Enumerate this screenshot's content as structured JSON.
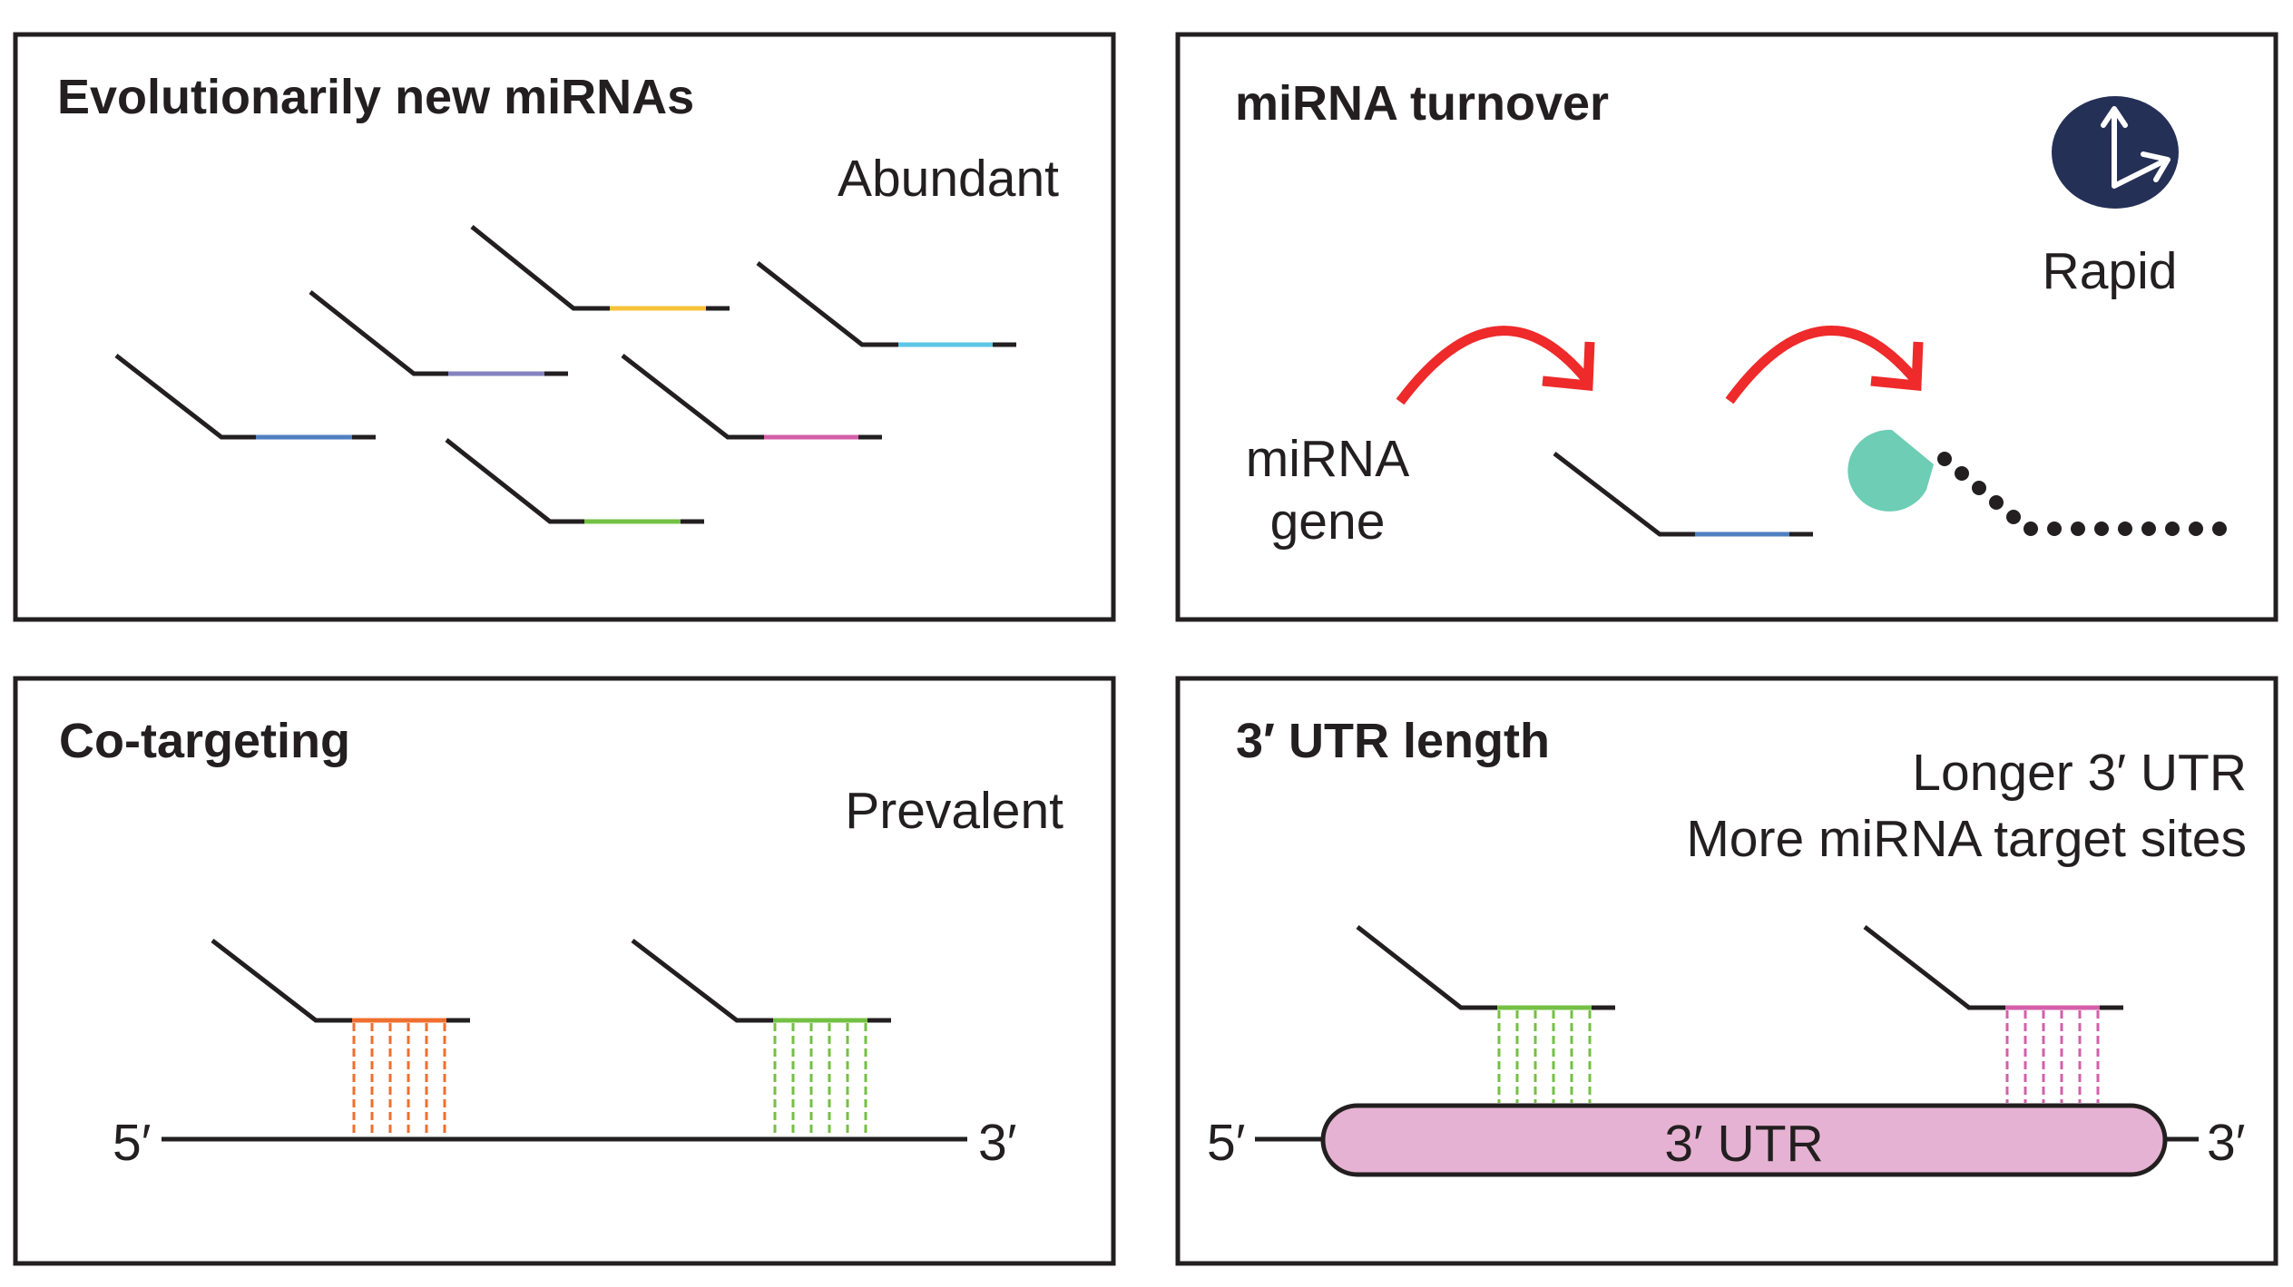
{
  "colors": {
    "line": "#231f20",
    "blue": "#4f7fc1",
    "yellow": "#f5c23a",
    "purple": "#8482bf",
    "cyan": "#5bc6e8",
    "magenta": "#d45fa9",
    "green": "#74c043",
    "orange": "#ef6f2f",
    "red_arrow": "#ee2a2a",
    "pacman": "#6ecdb5",
    "clock": "#253057",
    "utr_fill": "#e6b2d3"
  },
  "panels": {
    "evolution": {
      "title": "Evolutionarily new miRNAs",
      "note": "Abundant"
    },
    "turnover": {
      "title": "miRNA turnover",
      "note": "Rapid",
      "gene_line1": "miRNA",
      "gene_line2": "gene",
      "icons": [
        "stopwatch-icon",
        "curved-arrow-icon",
        "pacman-degrader-icon"
      ]
    },
    "cotargeting": {
      "title": "Co-targeting",
      "note": "Prevalent",
      "five_prime": "5′",
      "three_prime": "3′"
    },
    "utr": {
      "title": "3′ UTR length",
      "note_line1": "Longer 3′ UTR",
      "note_line2": "More miRNA target sites",
      "utr_label": "3′ UTR",
      "five_prime": "5′",
      "three_prime": "3′"
    }
  }
}
